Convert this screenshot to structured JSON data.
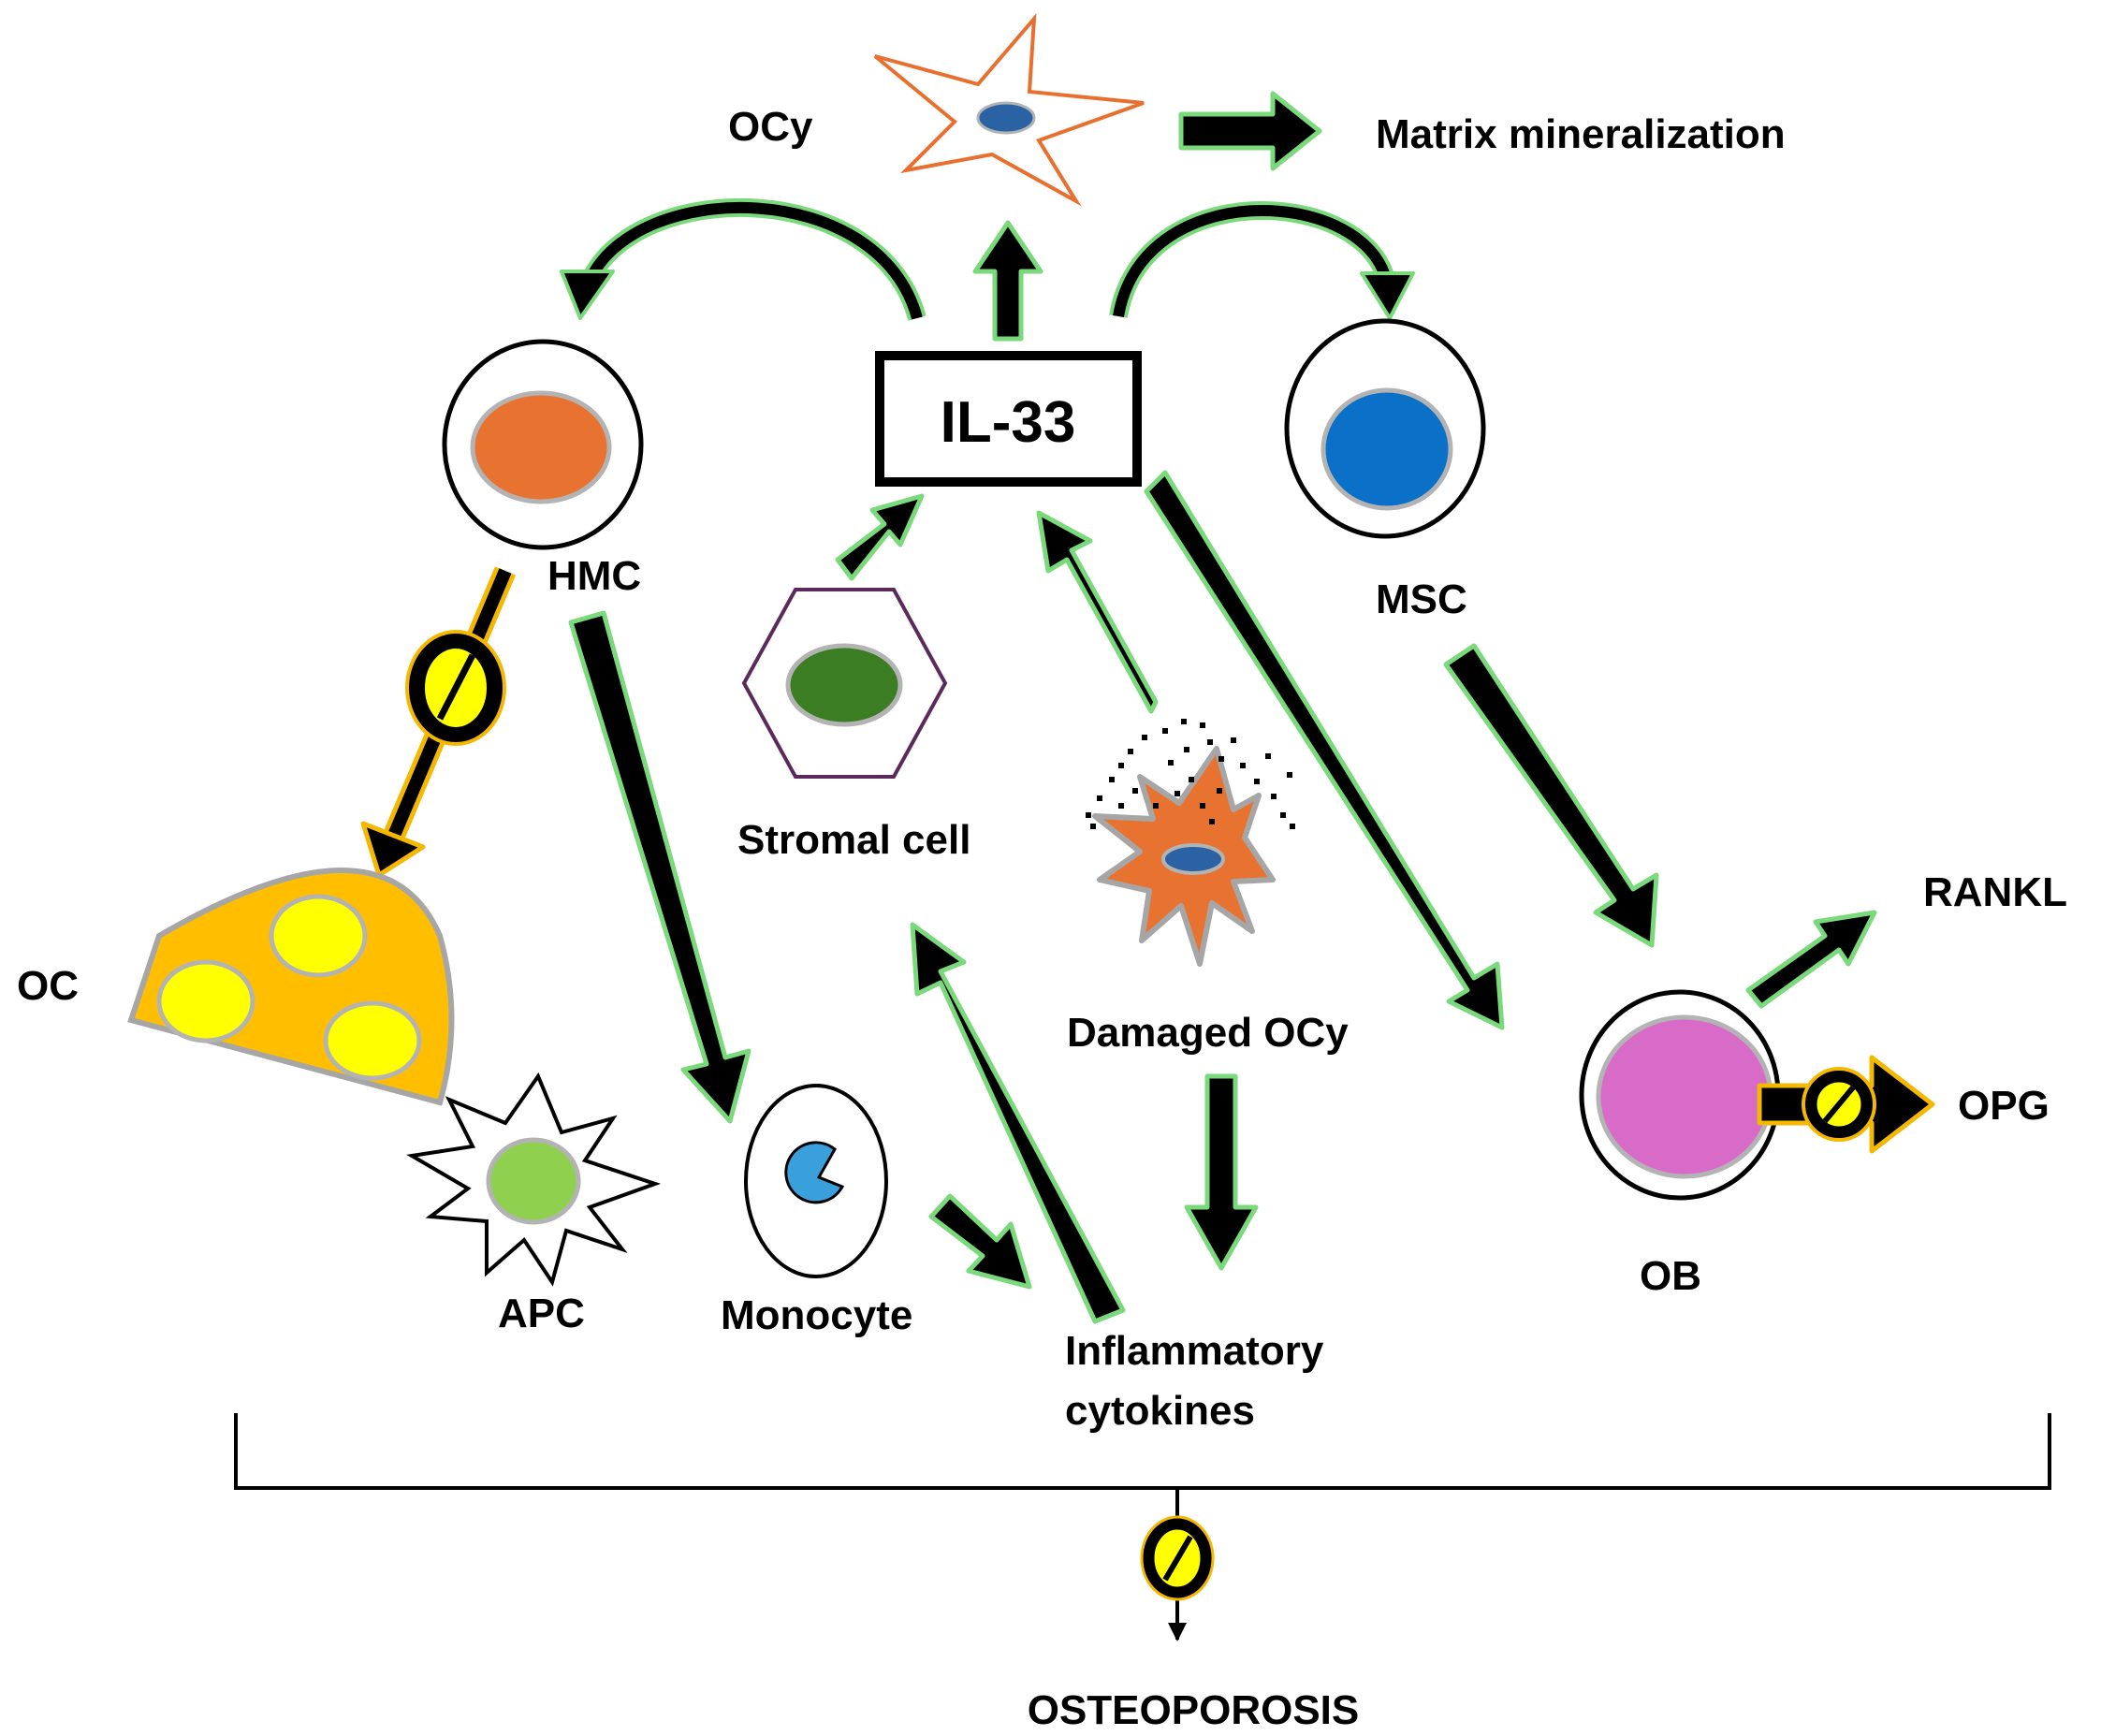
{
  "labels": {
    "ocy": "OCy",
    "matrix": "Matrix mineralization",
    "il33": "IL-33",
    "hmc": "HMC",
    "msc": "MSC",
    "stromal": "Stromal cell",
    "damaged": "Damaged OCy",
    "oc": "OC",
    "rankl": "RANKL",
    "opg": "OPG",
    "apc": "APC",
    "monocyte": "Monocyte",
    "infl_1": "Inflammatory",
    "infl_2": "cytokines",
    "ob": "OB",
    "osteo": "OSTEOPOROSIS"
  },
  "colors": {
    "arrow_fill": "#000000",
    "arrow_outline": "#7ad97a",
    "inhibit_outline": "#f5b800",
    "inhibit_badge": "#ffff00",
    "ocy_star_stroke": "#e86f2e",
    "nucleus_blue": "#2a62a3",
    "hmc_nucleus": "#e87330",
    "msc_nucleus": "#0a70c8",
    "stromal_nucleus": "#3a7d22",
    "stromal_border": "#5b2a5c",
    "damaged_body": "#e87330",
    "oc_body": "#ffbf00",
    "oc_nuclei": "#ffff00",
    "apc_nucleus": "#8fd14f",
    "monocyte_pac": "#3aa0dc",
    "ob_nucleus": "#d96bc8",
    "cell_border": "#b3b3b3"
  }
}
